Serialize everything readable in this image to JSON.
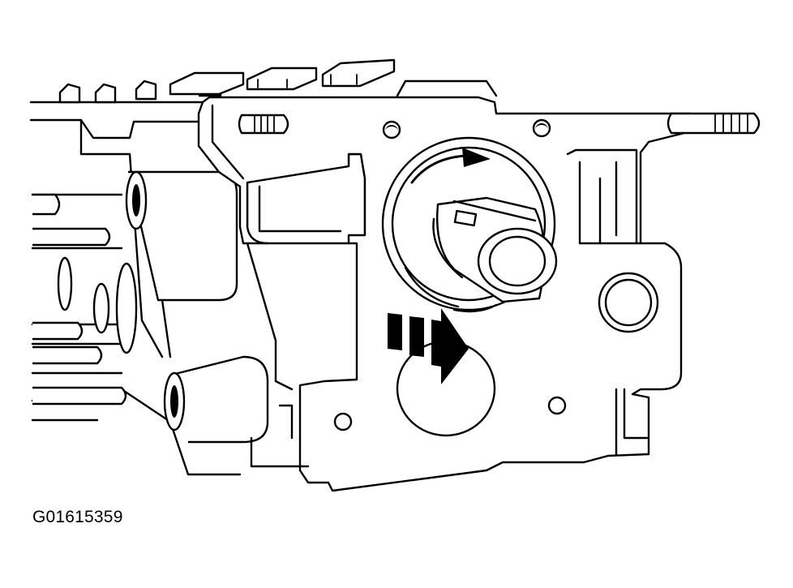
{
  "figure": {
    "id_label": "G01615359"
  },
  "colors": {
    "line": "#000000",
    "background": "#ffffff"
  },
  "icons": {
    "rotation_arrow": "curved-arrow-clockwise",
    "direction_arrow": "striped-arrow-right"
  }
}
